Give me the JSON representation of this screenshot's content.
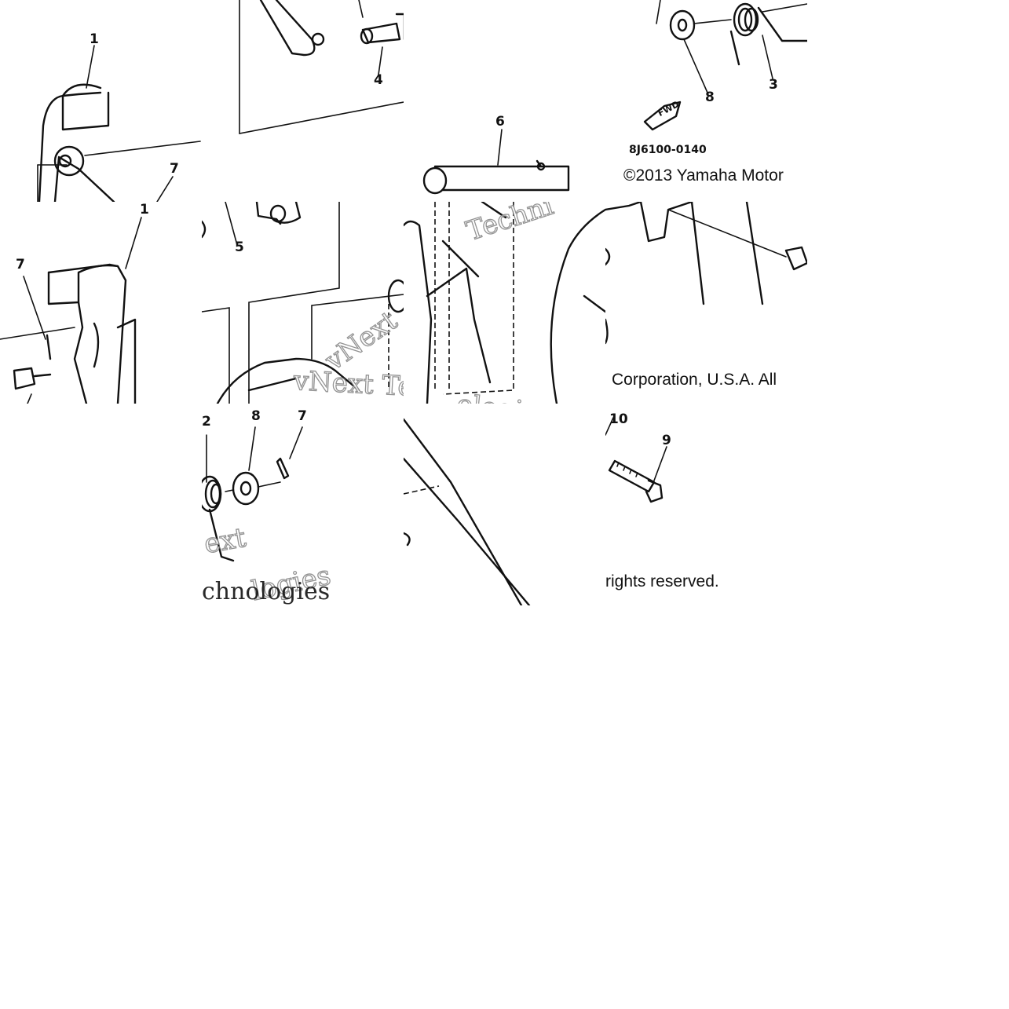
{
  "diagram": {
    "callouts": {
      "c1a": "1",
      "c1b": "1",
      "c2": "2",
      "c3": "3",
      "c4": "4",
      "c5": "5",
      "c6": "6",
      "c7a": "7",
      "c7b": "7",
      "c7c": "7",
      "c8a": "8",
      "c8b": "8",
      "c9": "9",
      "c10": "10"
    },
    "fwd_label": "FWD",
    "ref_code": "8J6100-0140",
    "copyright": {
      "line1_a": "©2013 Yamaha Motor",
      "line1_b": "Corporation, U.S.A. All",
      "line2": "rights reserved."
    },
    "watermark": {
      "w1": "Techni",
      "w2": "vNext Te",
      "w3": "vNext",
      "w4": "ologies",
      "w5": "chnologies",
      "w6": "logies",
      "w7": "ext"
    }
  }
}
